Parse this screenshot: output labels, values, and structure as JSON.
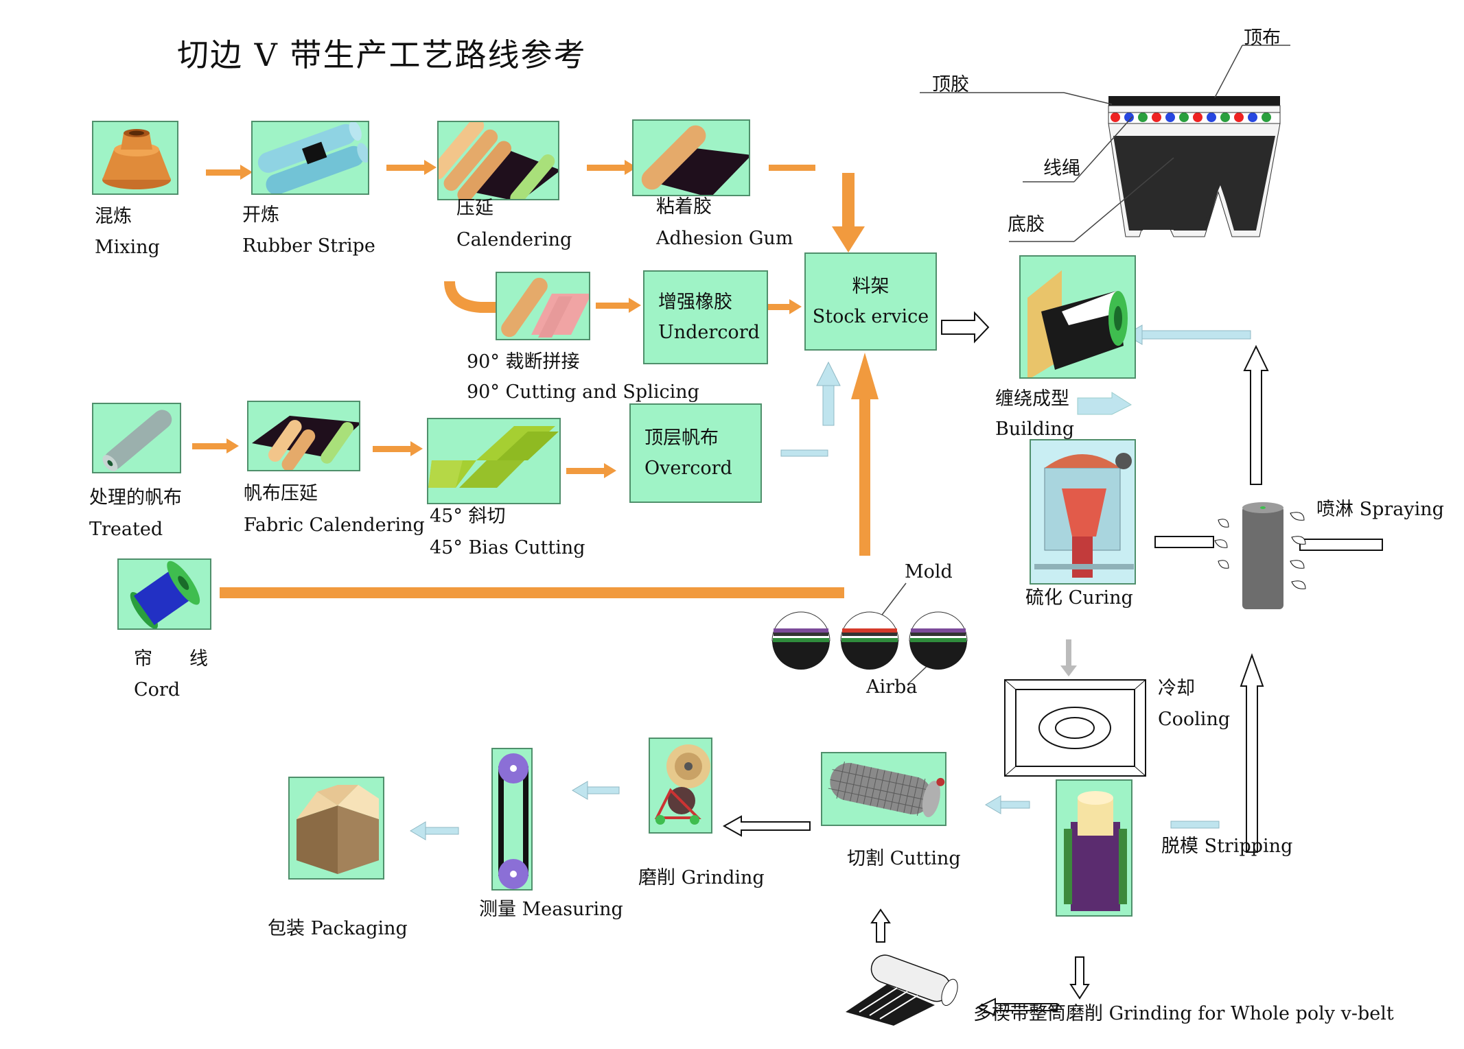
{
  "title": "切边 V 带生产工艺路线参考",
  "colors": {
    "box_fill": "#9ff3c6",
    "orange_arrow": "#f19a3e",
    "blue_arrow": "#bfe4ee",
    "dark": "#1d1d1d"
  },
  "steps": {
    "mixing": {
      "zh": "混炼",
      "en": "Mixing"
    },
    "rubber_stripe": {
      "zh": "开炼",
      "en": "Rubber Stripe"
    },
    "calendering": {
      "zh": "压延",
      "en": "Calendering"
    },
    "adhesion_gum": {
      "zh": "粘着胶",
      "en": "Adhesion Gum"
    },
    "stock_service": {
      "zh": "料架",
      "en": "Stock ervice"
    },
    "undercord": {
      "zh": "增强橡胶",
      "en": "Undercord"
    },
    "cutting_splicing": {
      "zh": "90° 裁断拼接",
      "en": "90° Cutting and Splicing"
    },
    "treated": {
      "zh": "处理的帆布",
      "en": "Treated"
    },
    "fabric_calendering": {
      "zh": "帆布压延",
      "en": "Fabric Calendering"
    },
    "bias_cutting": {
      "zh": "45° 斜切",
      "en": "45° Bias Cutting"
    },
    "overcord": {
      "zh": "顶层帆布",
      "en": "Overcord"
    },
    "cord": {
      "zh": "帘　　线",
      "en": "Cord"
    },
    "building": {
      "zh": "缠绕成型",
      "en": "Building"
    },
    "curing": {
      "label": "硫化 Curing"
    },
    "spraying": {
      "label": "喷淋 Spraying"
    },
    "mold": {
      "label": "Mold"
    },
    "airbag": {
      "label": "Airba"
    },
    "cooling": {
      "zh": "冷却",
      "en": "Cooling"
    },
    "stripping": {
      "label": "脱模 Stripping"
    },
    "cutting": {
      "label": "切割 Cutting"
    },
    "grinding": {
      "label": "磨削 Grinding"
    },
    "measuring": {
      "label": "测量 Measuring"
    },
    "packaging": {
      "label": "包装  Packaging"
    },
    "whole_grinding": {
      "label": "多楔带整筒磨削 Grinding for Whole poly v-belt"
    }
  },
  "belt_section": {
    "top_cloth": "顶布",
    "top_rubber": "顶胶",
    "cord_line": "线绳",
    "bottom_rubber": "底胶"
  }
}
